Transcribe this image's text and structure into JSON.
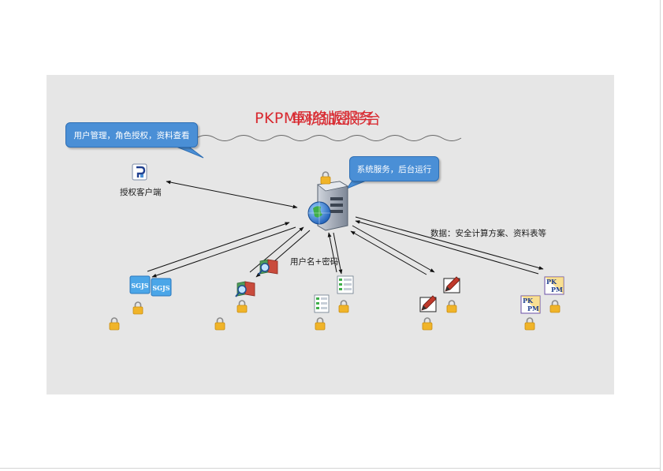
{
  "title_overlap_a": "PKPM网络版服务",
  "title_overlap_b": "单机加密平台",
  "callouts": {
    "admin": "用户管理，角色授权，资料查看",
    "server": "系统服务，后台运行"
  },
  "nodes": {
    "auth_client_label": "授权客户端",
    "sgjs_icon_text": "SGJS",
    "pkpm_icon_text_top": "PK",
    "pkpm_icon_text_bottom": "PM"
  },
  "edge_labels": {
    "data": "数据：安全计算方案、资料表等",
    "credentials": "用户名+密码"
  },
  "colors": {
    "title": "#d8282f",
    "callout_fill": "#4a8fd6",
    "slide_bg": "#e6e6e6",
    "lock": "#f0b429"
  }
}
